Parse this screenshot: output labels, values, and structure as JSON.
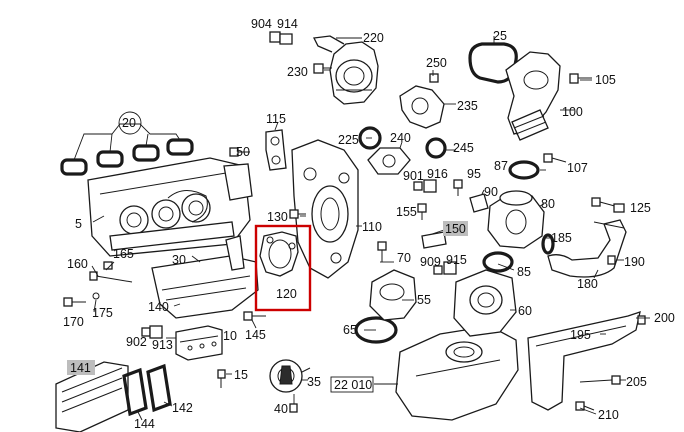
{
  "diagram": {
    "callouts": [
      {
        "id": "904",
        "text": "904"
      },
      {
        "id": "914",
        "text": "914"
      },
      {
        "id": "220",
        "text": "220"
      },
      {
        "id": "230",
        "text": "230"
      },
      {
        "id": "25",
        "text": "25"
      },
      {
        "id": "250",
        "text": "250"
      },
      {
        "id": "235",
        "text": "235"
      },
      {
        "id": "105",
        "text": "105"
      },
      {
        "id": "100",
        "text": "100"
      },
      {
        "id": "20",
        "text": "20"
      },
      {
        "id": "115",
        "text": "115"
      },
      {
        "id": "225",
        "text": "225"
      },
      {
        "id": "240",
        "text": "240"
      },
      {
        "id": "245",
        "text": "245"
      },
      {
        "id": "50",
        "text": "50"
      },
      {
        "id": "87",
        "text": "87"
      },
      {
        "id": "107",
        "text": "107"
      },
      {
        "id": "901",
        "text": "901"
      },
      {
        "id": "916",
        "text": "916"
      },
      {
        "id": "95",
        "text": "95"
      },
      {
        "id": "90",
        "text": "90"
      },
      {
        "id": "80",
        "text": "80"
      },
      {
        "id": "5",
        "text": "5"
      },
      {
        "id": "130",
        "text": "130"
      },
      {
        "id": "155",
        "text": "155"
      },
      {
        "id": "110",
        "text": "110"
      },
      {
        "id": "150",
        "text": "150"
      },
      {
        "id": "125",
        "text": "125"
      },
      {
        "id": "185",
        "text": "185"
      },
      {
        "id": "165",
        "text": "165"
      },
      {
        "id": "160",
        "text": "160"
      },
      {
        "id": "30",
        "text": "30"
      },
      {
        "id": "70",
        "text": "70"
      },
      {
        "id": "909",
        "text": "909"
      },
      {
        "id": "915",
        "text": "915"
      },
      {
        "id": "85",
        "text": "85"
      },
      {
        "id": "190",
        "text": "190"
      },
      {
        "id": "120",
        "text": "120"
      },
      {
        "id": "180",
        "text": "180"
      },
      {
        "id": "170",
        "text": "170"
      },
      {
        "id": "175",
        "text": "175"
      },
      {
        "id": "140",
        "text": "140"
      },
      {
        "id": "55",
        "text": "55"
      },
      {
        "id": "60",
        "text": "60"
      },
      {
        "id": "200",
        "text": "200"
      },
      {
        "id": "145",
        "text": "145"
      },
      {
        "id": "65",
        "text": "65"
      },
      {
        "id": "902",
        "text": "902"
      },
      {
        "id": "913",
        "text": "913"
      },
      {
        "id": "10",
        "text": "10"
      },
      {
        "id": "195",
        "text": "195"
      },
      {
        "id": "141",
        "text": "141"
      },
      {
        "id": "15",
        "text": "15"
      },
      {
        "id": "35",
        "text": "35"
      },
      {
        "id": "22010",
        "text": "22 010"
      },
      {
        "id": "205",
        "text": "205"
      },
      {
        "id": "142",
        "text": "142"
      },
      {
        "id": "40",
        "text": "40"
      },
      {
        "id": "210",
        "text": "210"
      },
      {
        "id": "144",
        "text": "144"
      }
    ],
    "highlighted_part": "120",
    "shaded_callouts": [
      "150",
      "141"
    ],
    "colors": {
      "line": "#1a1a1a",
      "highlight_frame": "#cc0000",
      "shaded_label": "#bdbdbd",
      "background": "#ffffff"
    }
  }
}
